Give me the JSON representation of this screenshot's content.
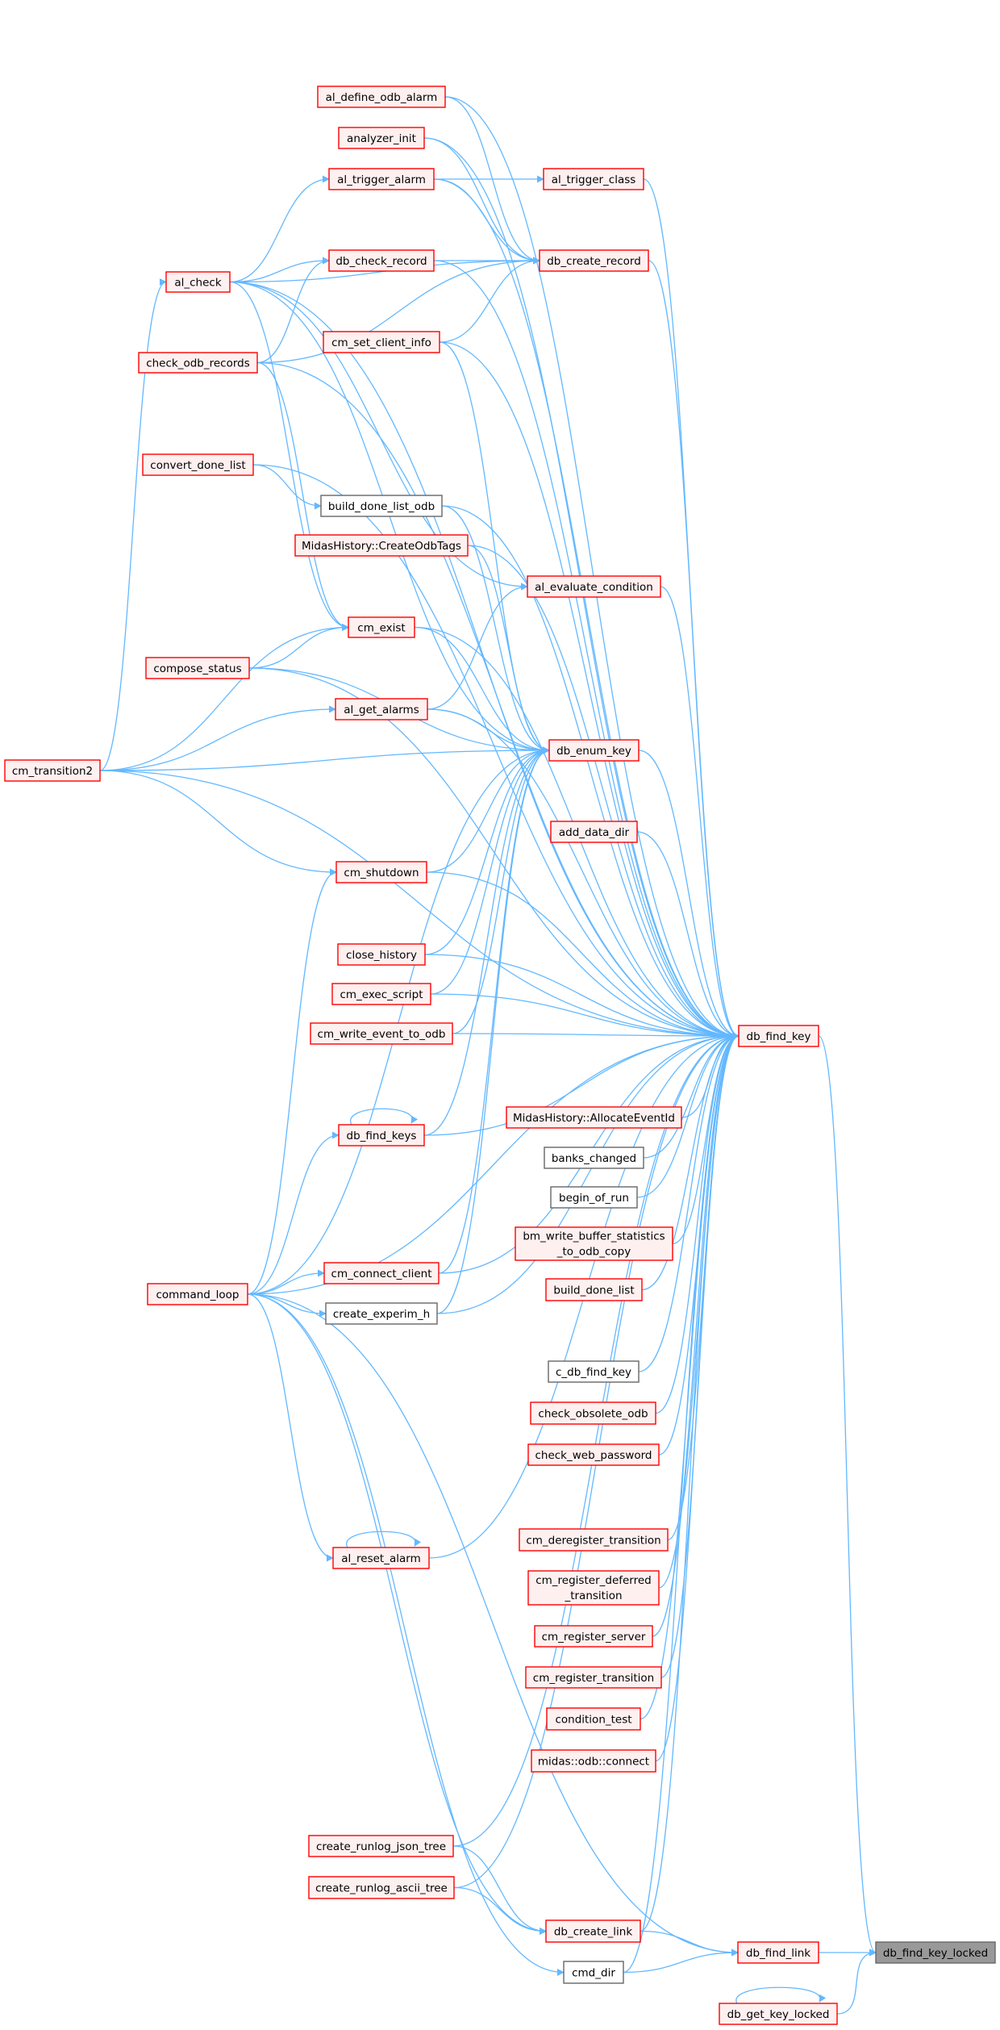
{
  "graph": {
    "focus_node": "db_find_key_locked",
    "colors": {
      "edge": "#63b8ff",
      "node_border_red": "#ff0000",
      "node_fill_red": "#fff0f0",
      "node_border_gray": "#666666",
      "focus_fill": "#999999"
    },
    "nodes": [
      {
        "id": "al_define_odb_alarm",
        "label": "al_define_odb_alarm",
        "style": "red"
      },
      {
        "id": "analyzer_init",
        "label": "analyzer_init",
        "style": "red"
      },
      {
        "id": "al_trigger_alarm",
        "label": "al_trigger_alarm",
        "style": "red"
      },
      {
        "id": "al_trigger_class",
        "label": "al_trigger_class",
        "style": "red"
      },
      {
        "id": "db_check_record",
        "label": "db_check_record",
        "style": "red"
      },
      {
        "id": "db_create_record",
        "label": "db_create_record",
        "style": "red"
      },
      {
        "id": "al_check",
        "label": "al_check",
        "style": "red"
      },
      {
        "id": "cm_set_client_info",
        "label": "cm_set_client_info",
        "style": "red"
      },
      {
        "id": "check_odb_records",
        "label": "check_odb_records",
        "style": "red"
      },
      {
        "id": "convert_done_list",
        "label": "convert_done_list",
        "style": "red"
      },
      {
        "id": "build_done_list_odb",
        "label": "build_done_list_odb",
        "style": "gray"
      },
      {
        "id": "CreateOdbTags",
        "label": "MidasHistory::CreateOdbTags",
        "style": "red"
      },
      {
        "id": "al_evaluate_condition",
        "label": "al_evaluate_condition",
        "style": "red"
      },
      {
        "id": "cm_exist",
        "label": "cm_exist",
        "style": "red"
      },
      {
        "id": "compose_status",
        "label": "compose_status",
        "style": "red"
      },
      {
        "id": "al_get_alarms",
        "label": "al_get_alarms",
        "style": "red"
      },
      {
        "id": "db_enum_key",
        "label": "db_enum_key",
        "style": "red"
      },
      {
        "id": "cm_transition2",
        "label": "cm_transition2",
        "style": "red"
      },
      {
        "id": "add_data_dir",
        "label": "add_data_dir",
        "style": "red"
      },
      {
        "id": "cm_shutdown",
        "label": "cm_shutdown",
        "style": "red"
      },
      {
        "id": "close_history",
        "label": "close_history",
        "style": "red"
      },
      {
        "id": "cm_exec_script",
        "label": "cm_exec_script",
        "style": "red"
      },
      {
        "id": "cm_write_event_to_odb",
        "label": "cm_write_event_to_odb",
        "style": "red"
      },
      {
        "id": "db_find_key",
        "label": "db_find_key",
        "style": "red"
      },
      {
        "id": "AllocateEventId",
        "label": "MidasHistory::AllocateEventId",
        "style": "red"
      },
      {
        "id": "db_find_keys",
        "label": "db_find_keys",
        "style": "red"
      },
      {
        "id": "banks_changed",
        "label": "banks_changed",
        "style": "gray"
      },
      {
        "id": "begin_of_run",
        "label": "begin_of_run",
        "style": "gray"
      },
      {
        "id": "bm_write",
        "label": "bm_write_buffer_statistics",
        "label2": "_to_odb_copy",
        "style": "red"
      },
      {
        "id": "cm_connect_client",
        "label": "cm_connect_client",
        "style": "red"
      },
      {
        "id": "build_done_list",
        "label": "build_done_list",
        "style": "red"
      },
      {
        "id": "command_loop",
        "label": "command_loop",
        "style": "red"
      },
      {
        "id": "create_experim_h",
        "label": "create_experim_h",
        "style": "gray"
      },
      {
        "id": "c_db_find_key",
        "label": "c_db_find_key",
        "style": "gray"
      },
      {
        "id": "check_obsolete_odb",
        "label": "check_obsolete_odb",
        "style": "red"
      },
      {
        "id": "check_web_password",
        "label": "check_web_password",
        "style": "red"
      },
      {
        "id": "cm_deregister_transition",
        "label": "cm_deregister_transition",
        "style": "red"
      },
      {
        "id": "al_reset_alarm",
        "label": "al_reset_alarm",
        "style": "red"
      },
      {
        "id": "cm_register_deferred",
        "label": "cm_register_deferred",
        "label2": "_transition",
        "style": "red"
      },
      {
        "id": "cm_register_server",
        "label": "cm_register_server",
        "style": "red"
      },
      {
        "id": "cm_register_transition",
        "label": "cm_register_transition",
        "style": "red"
      },
      {
        "id": "condition_test",
        "label": "condition_test",
        "style": "red"
      },
      {
        "id": "odb_connect",
        "label": "midas::odb::connect",
        "style": "red"
      },
      {
        "id": "create_runlog_json_tree",
        "label": "create_runlog_json_tree",
        "style": "red"
      },
      {
        "id": "create_runlog_ascii_tree",
        "label": "create_runlog_ascii_tree",
        "style": "red"
      },
      {
        "id": "db_create_link",
        "label": "db_create_link",
        "style": "red"
      },
      {
        "id": "db_find_link",
        "label": "db_find_link",
        "style": "red"
      },
      {
        "id": "db_find_key_locked",
        "label": "db_find_key_locked",
        "style": "focus"
      },
      {
        "id": "cmd_dir",
        "label": "cmd_dir",
        "style": "gray"
      },
      {
        "id": "db_get_key_locked",
        "label": "db_get_key_locked",
        "style": "red"
      }
    ],
    "edges": [
      [
        "db_find_link",
        "db_find_key_locked"
      ],
      [
        "db_get_key_locked",
        "db_find_key_locked"
      ],
      [
        "db_find_key",
        "db_find_key_locked"
      ],
      [
        "db_get_key_locked",
        "db_get_key_locked"
      ],
      [
        "db_find_keys",
        "db_find_keys"
      ],
      [
        "al_reset_alarm",
        "al_reset_alarm"
      ],
      [
        "db_create_link",
        "db_find_link"
      ],
      [
        "cmd_dir",
        "db_find_link"
      ],
      [
        "command_loop",
        "db_find_link"
      ],
      [
        "create_runlog_json_tree",
        "db_create_link"
      ],
      [
        "create_runlog_ascii_tree",
        "db_create_link"
      ],
      [
        "command_loop",
        "db_create_link"
      ],
      [
        "command_loop",
        "cmd_dir"
      ],
      [
        "db_create_record",
        "db_find_key"
      ],
      [
        "al_trigger_class",
        "db_find_key"
      ],
      [
        "add_data_dir",
        "db_find_key"
      ],
      [
        "db_enum_key",
        "db_find_key"
      ],
      [
        "al_evaluate_condition",
        "db_find_key"
      ],
      [
        "AllocateEventId",
        "db_find_key"
      ],
      [
        "banks_changed",
        "db_find_key"
      ],
      [
        "begin_of_run",
        "db_find_key"
      ],
      [
        "bm_write",
        "db_find_key"
      ],
      [
        "build_done_list",
        "db_find_key"
      ],
      [
        "c_db_find_key",
        "db_find_key"
      ],
      [
        "check_obsolete_odb",
        "db_find_key"
      ],
      [
        "check_web_password",
        "db_find_key"
      ],
      [
        "cm_deregister_transition",
        "db_find_key"
      ],
      [
        "cm_register_deferred",
        "db_find_key"
      ],
      [
        "cm_register_server",
        "db_find_key"
      ],
      [
        "cm_register_transition",
        "db_find_key"
      ],
      [
        "condition_test",
        "db_find_key"
      ],
      [
        "odb_connect",
        "db_find_key"
      ],
      [
        "db_create_link",
        "db_find_key"
      ],
      [
        "cmd_dir",
        "db_find_key"
      ],
      [
        "al_define_odb_alarm",
        "db_find_key"
      ],
      [
        "analyzer_init",
        "db_find_key"
      ],
      [
        "al_trigger_alarm",
        "db_find_key"
      ],
      [
        "db_check_record",
        "db_find_key"
      ],
      [
        "cm_set_client_info",
        "db_find_key"
      ],
      [
        "build_done_list_odb",
        "db_find_key"
      ],
      [
        "CreateOdbTags",
        "db_find_key"
      ],
      [
        "cm_exist",
        "db_find_key"
      ],
      [
        "al_get_alarms",
        "db_find_key"
      ],
      [
        "cm_shutdown",
        "db_find_key"
      ],
      [
        "close_history",
        "db_find_key"
      ],
      [
        "cm_exec_script",
        "db_find_key"
      ],
      [
        "cm_write_event_to_odb",
        "db_find_key"
      ],
      [
        "db_find_keys",
        "db_find_key"
      ],
      [
        "cm_connect_client",
        "db_find_key"
      ],
      [
        "create_experim_h",
        "db_find_key"
      ],
      [
        "al_reset_alarm",
        "db_find_key"
      ],
      [
        "create_runlog_json_tree",
        "db_find_key"
      ],
      [
        "create_runlog_ascii_tree",
        "db_find_key"
      ],
      [
        "al_check",
        "db_find_key"
      ],
      [
        "check_odb_records",
        "db_find_key"
      ],
      [
        "convert_done_list",
        "db_find_key"
      ],
      [
        "compose_status",
        "db_find_key"
      ],
      [
        "cm_transition2",
        "db_find_key"
      ],
      [
        "command_loop",
        "db_find_key"
      ],
      [
        "al_define_odb_alarm",
        "db_create_record"
      ],
      [
        "analyzer_init",
        "db_create_record"
      ],
      [
        "al_trigger_alarm",
        "db_create_record"
      ],
      [
        "db_check_record",
        "db_create_record"
      ],
      [
        "al_check",
        "db_create_record"
      ],
      [
        "check_odb_records",
        "db_create_record"
      ],
      [
        "cm_set_client_info",
        "db_create_record"
      ],
      [
        "al_trigger_alarm",
        "al_trigger_class"
      ],
      [
        "al_check",
        "al_trigger_alarm"
      ],
      [
        "al_check",
        "db_check_record"
      ],
      [
        "al_check",
        "al_evaluate_condition"
      ],
      [
        "al_check",
        "cm_exist"
      ],
      [
        "al_check",
        "db_enum_key"
      ],
      [
        "check_odb_records",
        "db_check_record"
      ],
      [
        "check_odb_records",
        "cm_exist"
      ],
      [
        "cm_transition2",
        "al_check"
      ],
      [
        "cm_transition2",
        "al_get_alarms"
      ],
      [
        "cm_transition2",
        "db_enum_key"
      ],
      [
        "cm_transition2",
        "cm_shutdown"
      ],
      [
        "cm_transition2",
        "cm_exist"
      ],
      [
        "convert_done_list",
        "build_done_list_odb"
      ],
      [
        "compose_status",
        "cm_exist"
      ],
      [
        "compose_status",
        "db_enum_key"
      ],
      [
        "cm_exist",
        "db_enum_key"
      ],
      [
        "al_get_alarms",
        "al_evaluate_condition"
      ],
      [
        "al_get_alarms",
        "db_enum_key"
      ],
      [
        "cm_set_client_info",
        "db_enum_key"
      ],
      [
        "build_done_list_odb",
        "db_enum_key"
      ],
      [
        "CreateOdbTags",
        "db_enum_key"
      ],
      [
        "cm_shutdown",
        "db_enum_key"
      ],
      [
        "close_history",
        "db_enum_key"
      ],
      [
        "cm_exec_script",
        "db_enum_key"
      ],
      [
        "cm_write_event_to_odb",
        "db_enum_key"
      ],
      [
        "db_find_keys",
        "db_enum_key"
      ],
      [
        "cm_connect_client",
        "db_enum_key"
      ],
      [
        "create_experim_h",
        "db_enum_key"
      ],
      [
        "command_loop",
        "cm_shutdown"
      ],
      [
        "command_loop",
        "db_find_keys"
      ],
      [
        "command_loop",
        "cm_connect_client"
      ],
      [
        "command_loop",
        "create_experim_h"
      ],
      [
        "command_loop",
        "al_reset_alarm"
      ],
      [
        "command_loop",
        "db_enum_key"
      ]
    ]
  }
}
